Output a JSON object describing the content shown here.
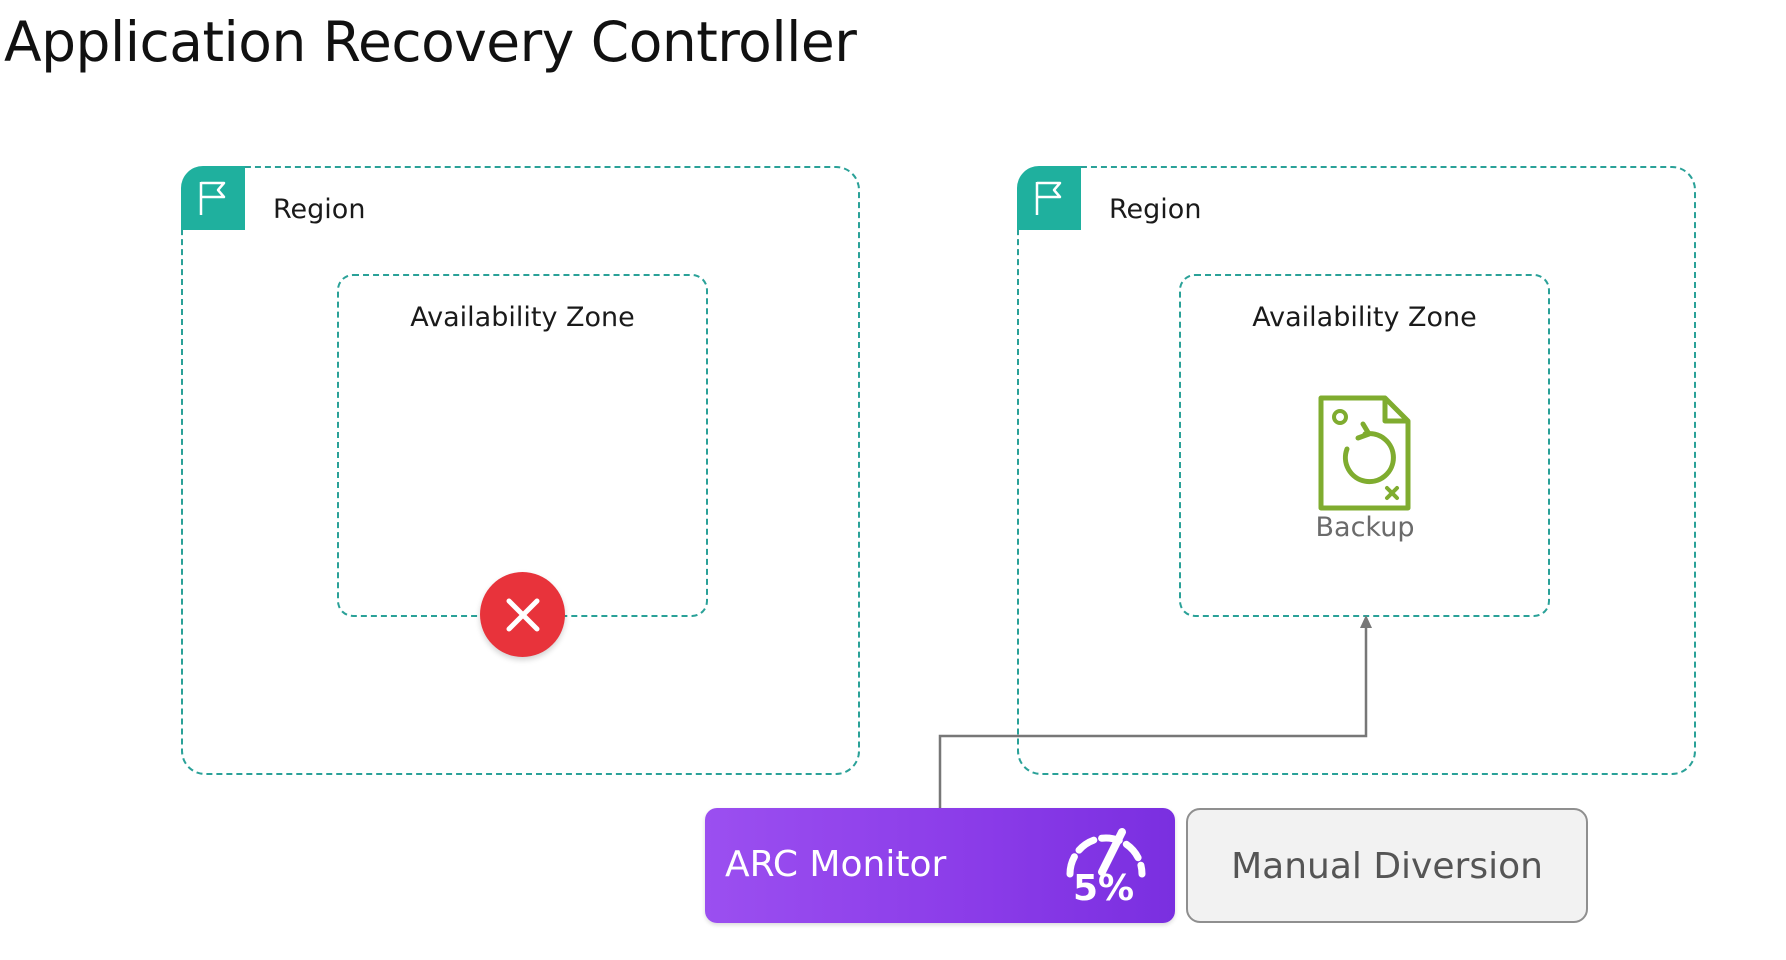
{
  "title": "Application Recovery Controller",
  "regions": [
    {
      "label": "Region",
      "az_label": "Availability Zone",
      "status": "failed"
    },
    {
      "label": "Region",
      "az_label": "Availability Zone",
      "resource": {
        "label": "Backup",
        "icon": "backup-file-icon"
      }
    }
  ],
  "arc_monitor": {
    "label": "ARC Monitor",
    "gauge_value": "5%",
    "icon": "speedometer-gauge-icon"
  },
  "manual_diversion": {
    "label": "Manual Diversion"
  },
  "colors": {
    "region_border": "#2aa198",
    "region_flag": "#1fb09e",
    "failure": "#e8333b",
    "backup_icon": "#7fac2f",
    "arc_monitor": "#8a3be8",
    "manual_diversion_bg": "#f2f2f2"
  }
}
